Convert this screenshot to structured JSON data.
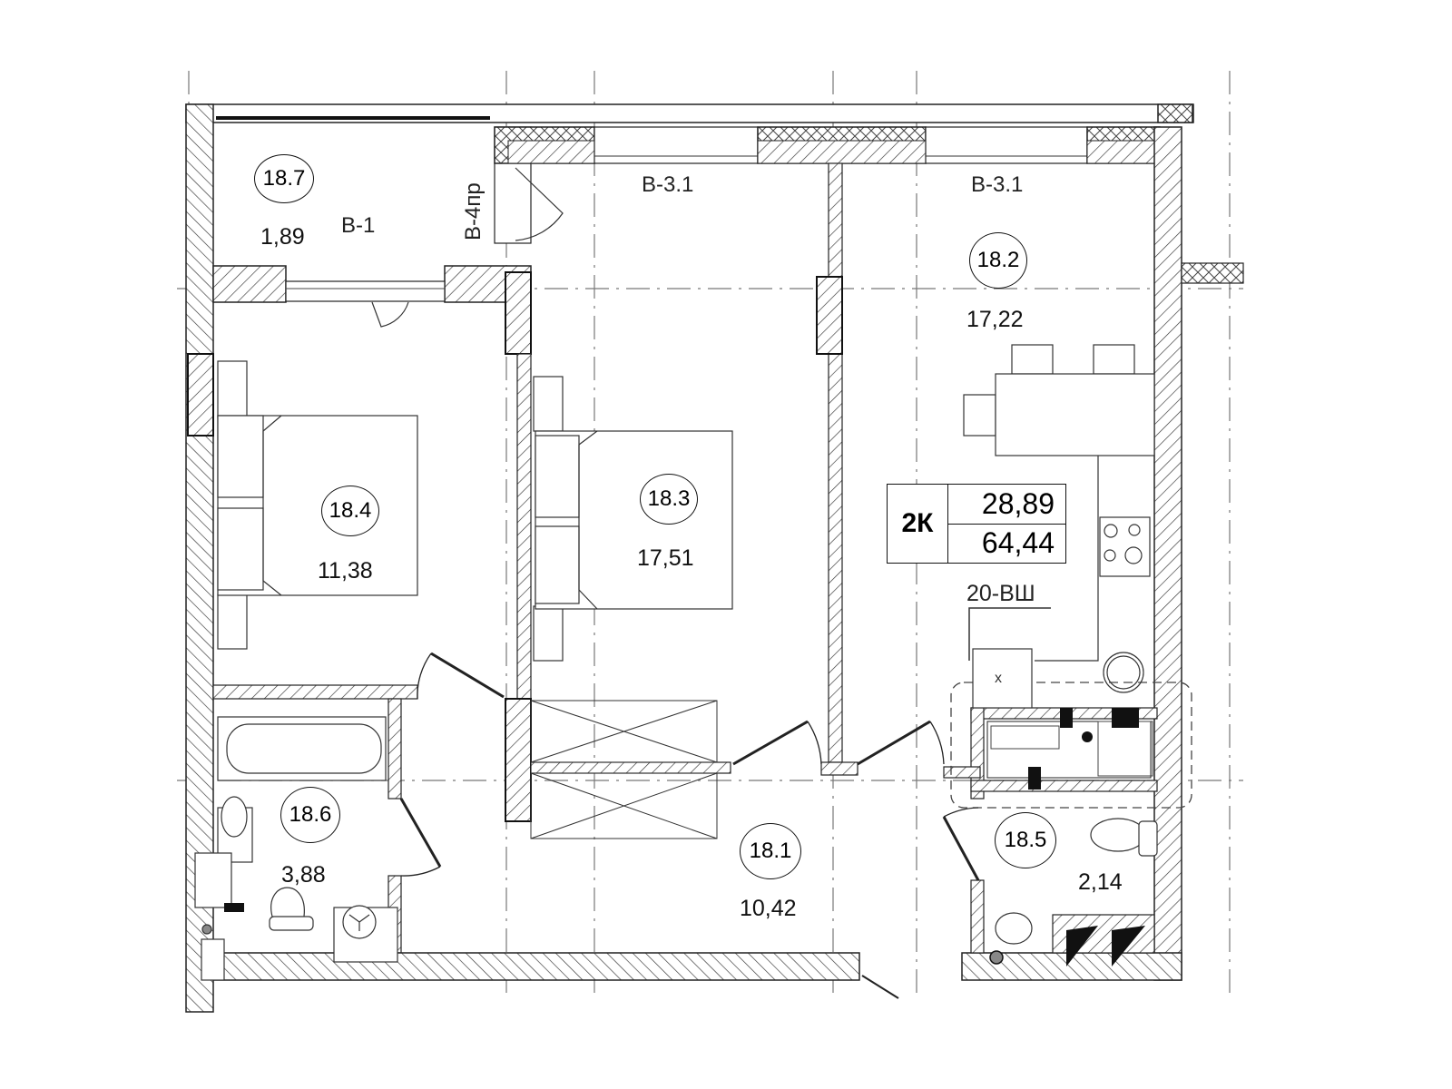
{
  "plan": {
    "apartment_type": "2К",
    "living_area": "28,89",
    "total_area": "64,44",
    "riser_label": "20-ВШ"
  },
  "rooms": [
    {
      "id": "18.1",
      "area": "10,42",
      "name": "hallway"
    },
    {
      "id": "18.2",
      "area": "17,22",
      "name": "kitchen-living"
    },
    {
      "id": "18.3",
      "area": "17,51",
      "name": "bedroom-2"
    },
    {
      "id": "18.4",
      "area": "11,38",
      "name": "bedroom-1"
    },
    {
      "id": "18.5",
      "area": "2,14",
      "name": "wc"
    },
    {
      "id": "18.6",
      "area": "3,88",
      "name": "bathroom"
    },
    {
      "id": "18.7",
      "area": "1,89",
      "name": "balcony"
    }
  ],
  "window_marks": {
    "balcony_glazing": "В-1",
    "balcony_door": "В-4пр",
    "bedroom2_window": "В-3.1",
    "kitchen_window": "В-3.1"
  }
}
